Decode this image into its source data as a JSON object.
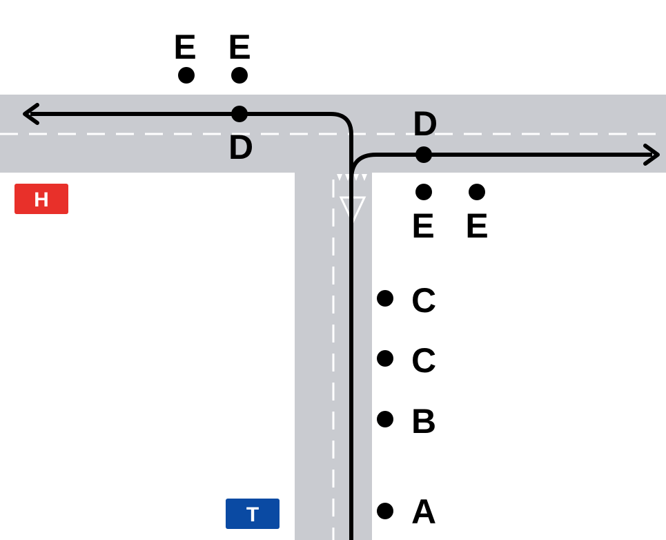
{
  "colors": {
    "road": "#c9cbd0",
    "lane_marking": "#ffffff",
    "path": "#000000",
    "badge_h": "#e8302a",
    "badge_t": "#0a4aa3"
  },
  "icons": {
    "give_way": "give-way-triangle",
    "arrow": "arrow-head"
  },
  "badges": {
    "h": "H",
    "t": "T"
  },
  "points": {
    "a": "A",
    "b": "B",
    "c1": "C",
    "c2": "C",
    "d_left": "D",
    "d_right": "D",
    "e_top_left": "E",
    "e_top_right": "E",
    "e_bottom_left": "E",
    "e_bottom_right": "E"
  }
}
